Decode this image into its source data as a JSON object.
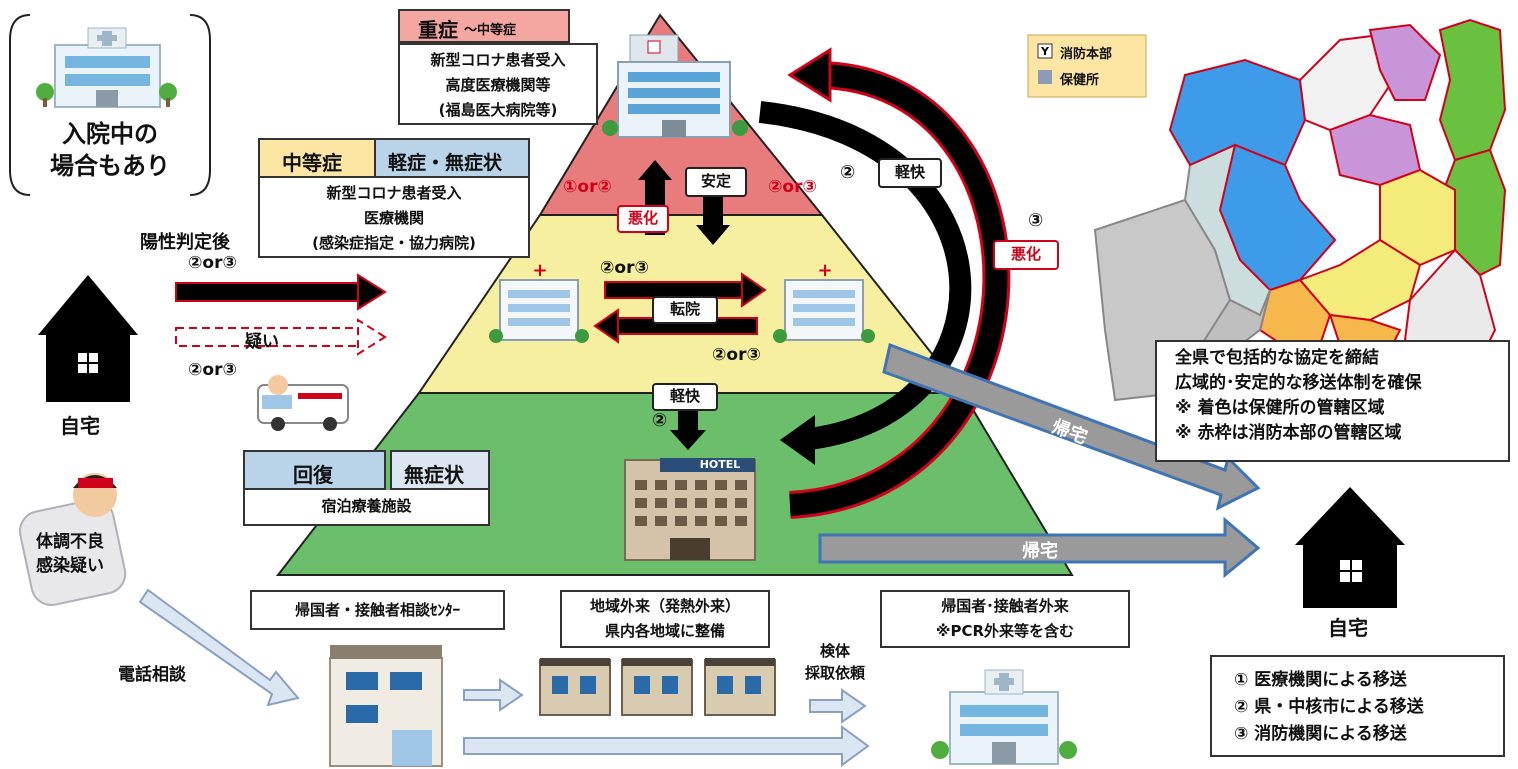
{
  "top_left_note": {
    "line1": "入院中の",
    "line2": "場合もあり"
  },
  "severe": {
    "header_main": "重症",
    "header_sub": "〜中等症",
    "line1": "新型コロナ患者受入",
    "line2": "高度医療機関等",
    "line3": "(福島医大病院等)"
  },
  "moderate": {
    "header_left": "中等症",
    "header_right": "軽症・無症状",
    "line1": "新型コロナ患者受入",
    "line2": "医療機関",
    "line3": "(感染症指定・協力病院)"
  },
  "recovery": {
    "header_left": "回復",
    "header_right": "無症状",
    "body": "宿泊療養施設"
  },
  "arrows": {
    "one_or_two": "①or②",
    "two_or_three": "②or③",
    "two": "②",
    "three": "③",
    "stable": "安定",
    "worsen": "悪化",
    "mild": "軽快",
    "transfer": "転院",
    "return_home": "帰宅",
    "suspect": "疑い",
    "after_positive": "陽性判定後"
  },
  "hotel_sign": "HOTEL",
  "home_label": "自宅",
  "sick_label": {
    "line1": "体調不良",
    "line2": "感染疑い"
  },
  "phone_consult": "電話相談",
  "specimen": {
    "line1": "検体",
    "line2": "採取依頼"
  },
  "consult_center": "帰国者・接触者相談ｾﾝﾀｰ",
  "regional_outpatient": {
    "line1": "地域外来（発熱外来）",
    "line2": "県内各地域に整備"
  },
  "returnee_outpatient": {
    "line1": "帰国者･接触者外来",
    "line2": "※PCR外来等を含む"
  },
  "map_legend": {
    "fire": "消防本部",
    "health": "保健所"
  },
  "agreement": {
    "line1": "全県で包括的な協定を締結",
    "line2": "広域的･安定的な移送体制を確保",
    "line3": "※ 着色は保健所の管轄区域",
    "line4": "※ 赤枠は消防本部の管轄区域"
  },
  "transport_legend": {
    "item1": "① 医療機関による移送",
    "item2": "② 県・中核市による移送",
    "item3": "③ 消防機関による移送"
  },
  "colors": {
    "severe_tier": "#e87c7c",
    "moderate_tier": "#f7efa0",
    "recovery_tier": "#6bbf6b",
    "header_pink": "#f4a6a0",
    "header_yellow": "#fde6a3",
    "header_blue": "#b9d3e8",
    "red": "#d0021b",
    "gray_arrow": "#9a9a9a",
    "blue_outline": "#3f74b5"
  }
}
